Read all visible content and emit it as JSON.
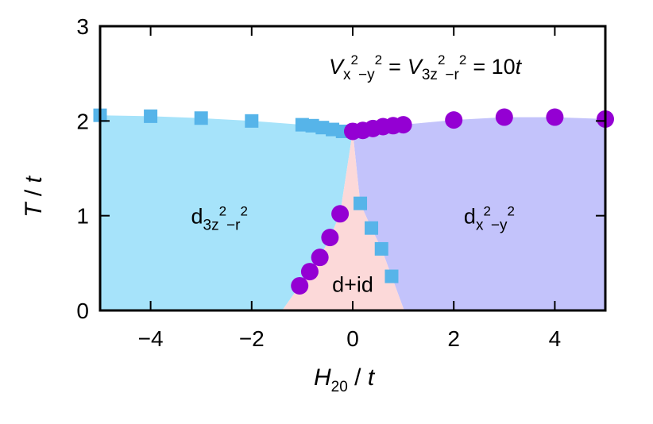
{
  "chart_data": {
    "type": "scatter",
    "xlabel": {
      "main": "H",
      "sub": "20",
      "unit": "t"
    },
    "ylabel": {
      "main": "T",
      "unit": "t"
    },
    "xlim": [
      -5,
      5
    ],
    "ylim": [
      0,
      3
    ],
    "xticks": [
      -4,
      -2,
      0,
      2,
      4
    ],
    "xtick_labels": [
      "−4",
      "−2",
      "0",
      "2",
      "4"
    ],
    "yticks": [
      0,
      1,
      2,
      3
    ],
    "ytick_labels": [
      "0",
      "1",
      "2",
      "3"
    ],
    "grid": false,
    "colors": {
      "region_left": "#a6e3fa",
      "region_right": "#c3c3fb",
      "region_center": "#fcd9d9",
      "square_marker": "#56b4e9",
      "circle_marker": "#9400d3"
    },
    "annotation": {
      "V1": "V",
      "V1sub": "x",
      "V1sup1": "2",
      "V1mid": "−y",
      "V1sup2": "2",
      "eq1": "=",
      "V2": "V",
      "V2sub": "3z",
      "V2sup1": "2",
      "V2mid": "−r",
      "V2sup2": "2",
      "eq2": "= 10",
      "t": "t"
    },
    "regions": [
      {
        "d": "d",
        "sub": "3z",
        "sup1": "2",
        "mid": "−r",
        "sup2": "2",
        "x": -3.2,
        "y": 1.0
      },
      {
        "d": "d",
        "sub": "x",
        "sup1": "2",
        "mid": "−y",
        "sup2": "2",
        "x": 2.2,
        "y": 1.0
      },
      {
        "label": "d+id",
        "x": 0.0,
        "y": 0.28
      }
    ],
    "series": [
      {
        "marker": "square",
        "points": [
          {
            "x": -5.0,
            "y": 2.06
          },
          {
            "x": -4.0,
            "y": 2.05
          },
          {
            "x": -3.0,
            "y": 2.03
          },
          {
            "x": -2.0,
            "y": 2.0
          },
          {
            "x": -1.0,
            "y": 1.96
          },
          {
            "x": -0.8,
            "y": 1.95
          },
          {
            "x": -0.6,
            "y": 1.93
          },
          {
            "x": -0.4,
            "y": 1.91
          },
          {
            "x": -0.2,
            "y": 1.89
          },
          {
            "x": 0.15,
            "y": 1.13
          },
          {
            "x": 0.37,
            "y": 0.87
          },
          {
            "x": 0.57,
            "y": 0.65
          },
          {
            "x": 0.77,
            "y": 0.36
          }
        ]
      },
      {
        "marker": "circle",
        "points": [
          {
            "x": 0.0,
            "y": 1.89
          },
          {
            "x": 0.2,
            "y": 1.9
          },
          {
            "x": 0.4,
            "y": 1.92
          },
          {
            "x": 0.6,
            "y": 1.94
          },
          {
            "x": 0.8,
            "y": 1.95
          },
          {
            "x": 1.0,
            "y": 1.96
          },
          {
            "x": 2.0,
            "y": 2.01
          },
          {
            "x": 3.0,
            "y": 2.04
          },
          {
            "x": 4.0,
            "y": 2.04
          },
          {
            "x": 5.0,
            "y": 2.02
          },
          {
            "x": -0.25,
            "y": 1.02
          },
          {
            "x": -0.45,
            "y": 0.77
          },
          {
            "x": -0.65,
            "y": 0.56
          },
          {
            "x": -0.85,
            "y": 0.41
          },
          {
            "x": -1.05,
            "y": 0.26
          }
        ]
      }
    ]
  }
}
